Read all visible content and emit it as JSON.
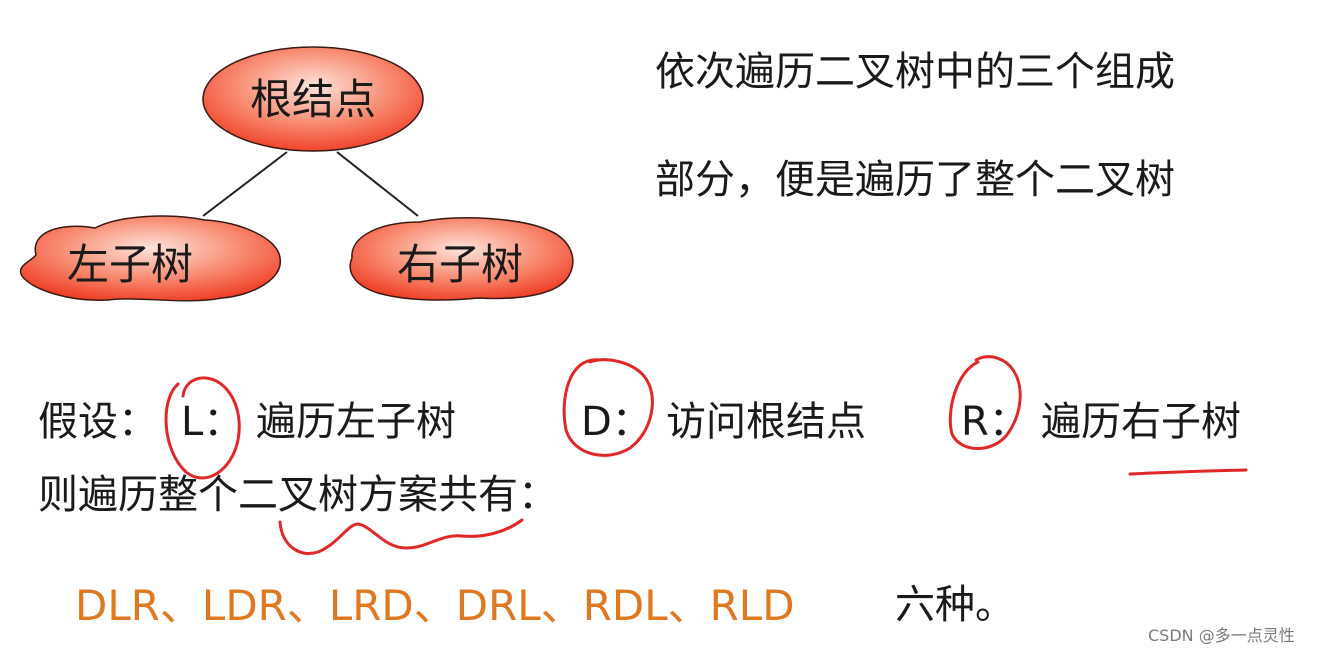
{
  "tree": {
    "root": "根结点",
    "left": "左子树",
    "right": "右子树"
  },
  "description": {
    "line1": "依次遍历二叉树中的三个组成",
    "line2": "部分，便是遍历了整个二叉树"
  },
  "assumption": {
    "prefix": "假设：",
    "L": "L：",
    "L_desc": "遍历左子树",
    "D": "D：",
    "D_desc": "访问根结点",
    "R": "R：",
    "R_desc": "遍历右子树"
  },
  "conclusion": "则遍历整个二叉树方案共有：",
  "orders": {
    "list": "DLR、LDR、LRD、DRL、RDL、RLD",
    "suffix": "六种。"
  },
  "watermark": "CSDN @多一点灵性",
  "colors": {
    "node_fill": "#f5442a",
    "node_highlight": "#fde4dc",
    "orders_text": "#e07820",
    "annotation_red": "#e02828"
  }
}
